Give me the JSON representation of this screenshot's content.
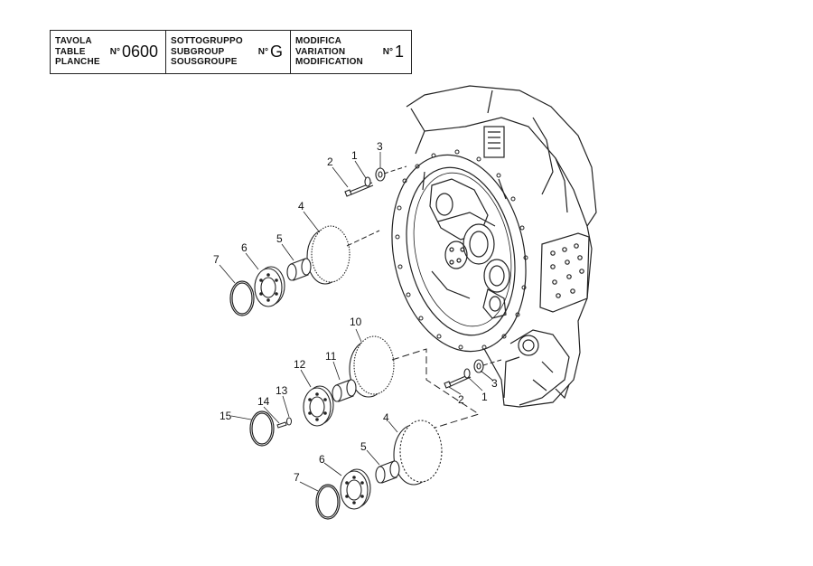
{
  "header": {
    "table": {
      "labels": [
        "TAVOLA",
        "TABLE",
        "PLANCHE"
      ],
      "no": "N°",
      "value": "0600"
    },
    "subgroup": {
      "labels": [
        "SOTTOGRUPPO",
        "SUBGROUP",
        "SOUSGROUPE"
      ],
      "no": "N°",
      "value": "G"
    },
    "modification": {
      "labels": [
        "MODIFICA",
        "VARIATION",
        "MODIFICATION"
      ],
      "no": "N°",
      "value": "1"
    }
  },
  "callouts": [
    "1",
    "2",
    "3",
    "4",
    "5",
    "6",
    "7",
    "10",
    "11",
    "12",
    "13",
    "14",
    "15",
    "1",
    "2",
    "3",
    "4",
    "5",
    "6",
    "7"
  ]
}
